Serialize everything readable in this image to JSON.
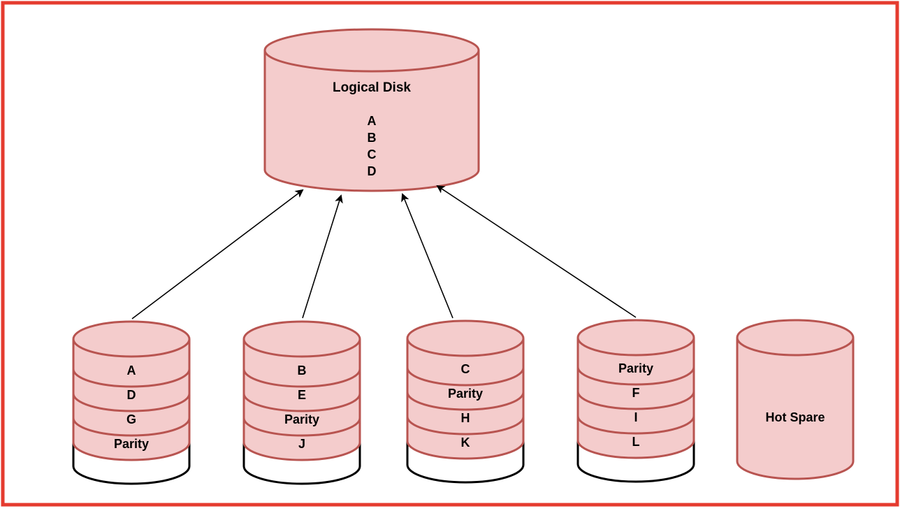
{
  "colors": {
    "frame_border": "#e53b2f",
    "disk_fill": "#f4cccc",
    "disk_stroke": "#b85450",
    "base_stroke": "#000000",
    "arrow": "#000000"
  },
  "logical_disk": {
    "title": "Logical Disk",
    "blocks": [
      "A",
      "B",
      "C",
      "D"
    ]
  },
  "physical_disks": [
    {
      "blocks": [
        "A",
        "D",
        "G",
        "Parity"
      ]
    },
    {
      "blocks": [
        "B",
        "E",
        "Parity",
        "J"
      ]
    },
    {
      "blocks": [
        "C",
        "Parity",
        "H",
        "K"
      ]
    },
    {
      "blocks": [
        "Parity",
        "F",
        "I",
        "L"
      ]
    }
  ],
  "hot_spare": {
    "label": "Hot Spare"
  }
}
